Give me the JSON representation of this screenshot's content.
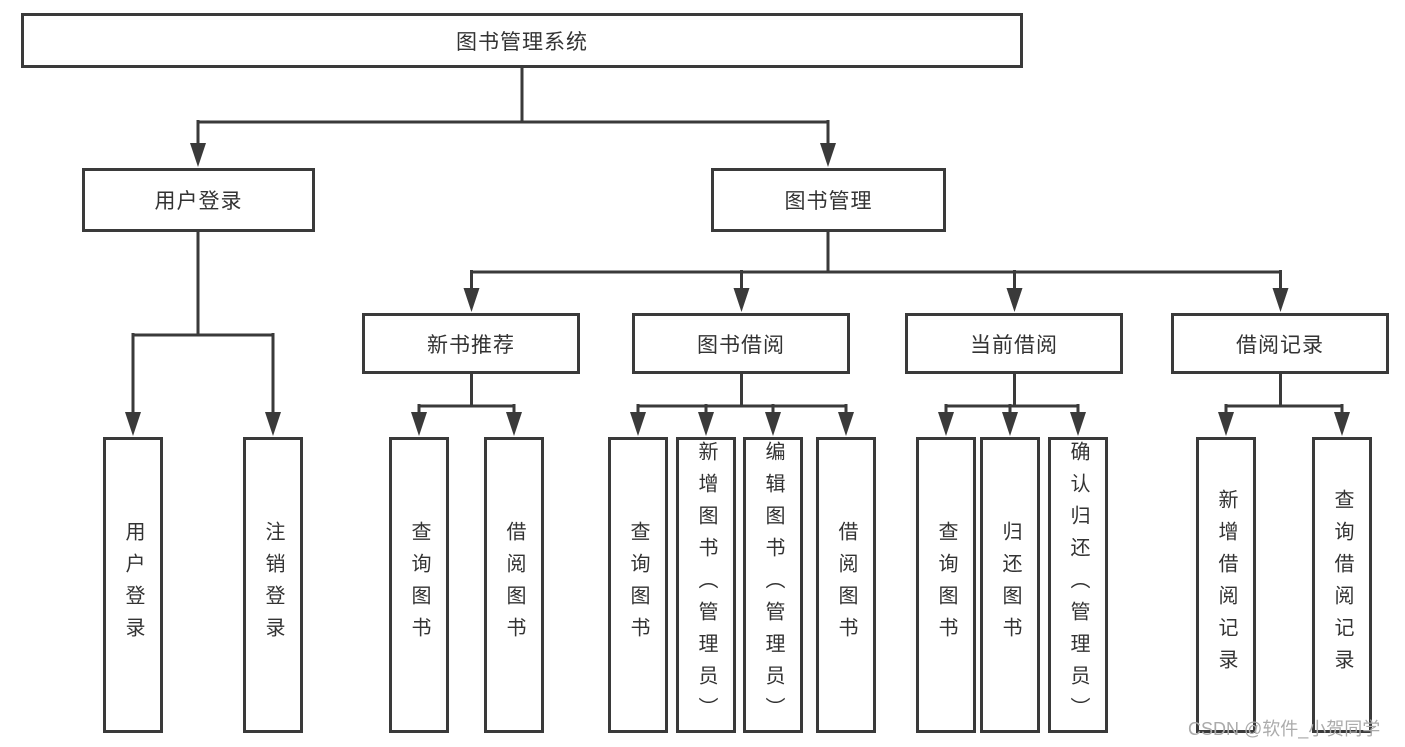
{
  "root": {
    "label": "图书管理系统"
  },
  "branches": {
    "user_login": {
      "label": "用户登录",
      "children": [
        "用户登录",
        "注销登录"
      ]
    },
    "book_management": {
      "label": "图书管理",
      "sections": [
        {
          "label": "新书推荐",
          "children": [
            "查询图书",
            "借阅图书"
          ]
        },
        {
          "label": "图书借阅",
          "children": [
            "查询图书",
            "新增图书（管理员）",
            "编辑图书（管理员）",
            "借阅图书"
          ]
        },
        {
          "label": "当前借阅",
          "children": [
            "查询图书",
            "归还图书",
            "确认归还（管理员）"
          ]
        },
        {
          "label": "借阅记录",
          "children": [
            "新增借阅记录",
            "查询借阅记录"
          ]
        }
      ]
    }
  },
  "watermark": "CSDN @软件_小贺同学",
  "colors": {
    "line": "#3a3a3a",
    "box_border": "#3a3a3a",
    "text": "#333333",
    "watermark": "#ababab",
    "background": "#ffffff"
  }
}
